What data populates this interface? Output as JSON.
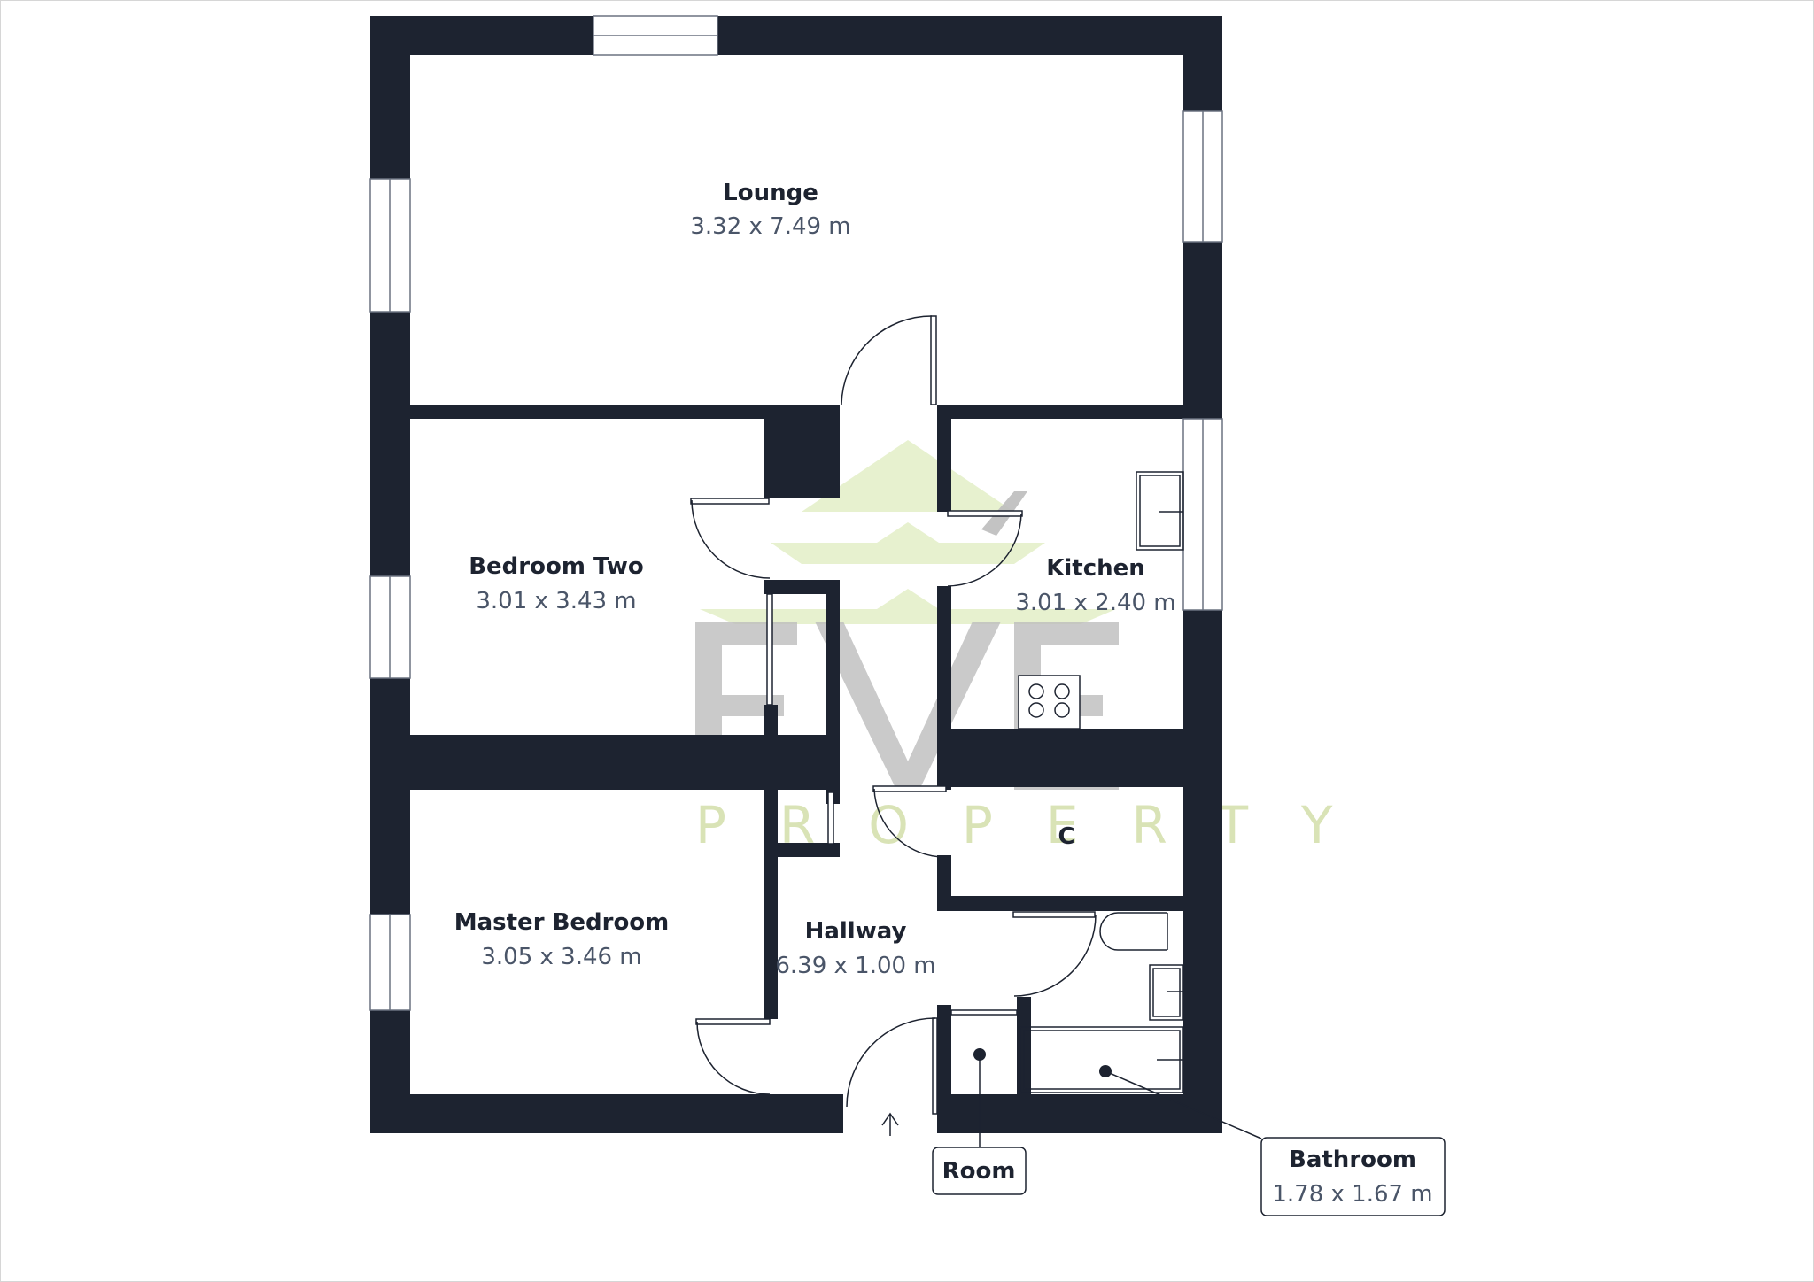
{
  "plan": {
    "wall_color": "#1d2330",
    "background": "#ffffff",
    "dim_text_color": "#4a5568"
  },
  "rooms": {
    "lounge": {
      "name": "Lounge",
      "dims": "3.32 x 7.49 m"
    },
    "bedroom_two": {
      "name": "Bedroom Two",
      "dims": "3.01 x 3.43 m"
    },
    "kitchen": {
      "name": "Kitchen",
      "dims": "3.01 x 2.40 m"
    },
    "master_bedroom": {
      "name": "Master Bedroom",
      "dims": "3.05 x 3.46 m"
    },
    "hallway": {
      "name": "Hallway",
      "dims": "6.39 x 1.00 m"
    },
    "cupboard": {
      "name": "C"
    },
    "room": {
      "name": "Room"
    },
    "bathroom": {
      "name": "Bathroom",
      "dims": "1.78 x 1.67 m"
    }
  },
  "watermark": {
    "brand": "EVÉ",
    "letters": [
      "E",
      "V",
      "E"
    ],
    "tagline": "PROPERTY",
    "roof_color": "#dfecbf",
    "letter_color": "#bdbdbd"
  },
  "entrance": {
    "icon": "entrance-arrow-icon"
  }
}
